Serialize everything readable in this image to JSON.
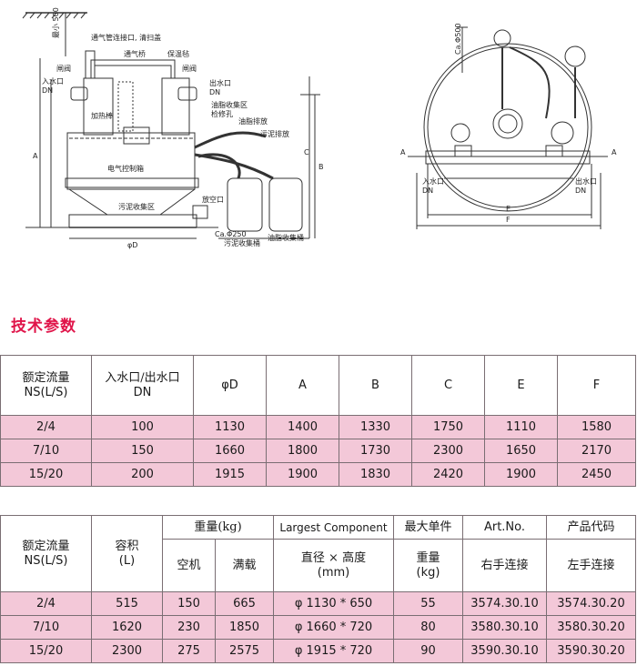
{
  "drawing": {
    "labels": {
      "top_dim": "最小 500",
      "vent": "通气管连接口, 清扫盖",
      "vent_bridge": "通气桥",
      "insulation": "保温毡",
      "gate_valve_l": "闸阀",
      "gate_valve_r": "闸阀",
      "inlet": "入水口",
      "inlet_dn": "DN",
      "outlet": "出水口",
      "outlet_dn": "DN",
      "heater": "加热棒",
      "grease_zone": "油脂收集区",
      "inspect": "检修孔",
      "grease_drain": "油脂排放",
      "sludge_drain": "污泥排放",
      "control_box": "电气控制箱",
      "sludge_zone": "污泥收集区",
      "drain": "放空口",
      "dim_d": "φD",
      "ca250": "Ca.Φ250",
      "sludge_bin": "污泥收集桶",
      "grease_bin": "油脂收集桶",
      "dim_a": "A",
      "dim_b": "B",
      "dim_c": "C",
      "ca500": "Ca.Φ500",
      "r_a_left": "A",
      "r_a_right": "A",
      "r_inlet": "入水口",
      "r_inlet_dn": "DN",
      "r_outlet": "出水口",
      "r_outlet_dn": "DN",
      "dim_e": "E",
      "dim_f": "F"
    }
  },
  "section_title": "技术参数",
  "table1": {
    "headers": {
      "flow": "额定流量",
      "flow_unit": "NS(L/S)",
      "dn": "入水口/出水口",
      "dn_unit": "DN",
      "d": "φD",
      "a": "A",
      "b": "B",
      "c": "C",
      "e": "E",
      "f": "F"
    },
    "rows": [
      [
        "2/4",
        "100",
        "1130",
        "1400",
        "1330",
        "1750",
        "1110",
        "1580"
      ],
      [
        "7/10",
        "150",
        "1660",
        "1800",
        "1730",
        "2300",
        "1650",
        "2170"
      ],
      [
        "15/20",
        "200",
        "1915",
        "1900",
        "1830",
        "2420",
        "1900",
        "2450"
      ]
    ]
  },
  "table2": {
    "headers": {
      "flow": "额定流量",
      "flow_unit": "NS(L/S)",
      "volume": "容积",
      "volume_unit": "(L)",
      "weight": "重量(kg)",
      "empty": "空机",
      "full": "满载",
      "largest": "Largest Component",
      "dim": "直径 × 高度",
      "dim_unit": "(mm)",
      "max_single": "最大单件",
      "max_weight": "重量",
      "max_unit": "(kg)",
      "artno": "Art.No.",
      "right_conn": "右手连接",
      "code": "产品代码",
      "left_conn": "左手连接"
    },
    "rows": [
      [
        "2/4",
        "515",
        "150",
        "665",
        "φ 1130 * 650",
        "55",
        "3574.30.10",
        "3574.30.20"
      ],
      [
        "7/10",
        "1620",
        "230",
        "1850",
        "φ 1660 * 720",
        "80",
        "3580.30.10",
        "3580.30.20"
      ],
      [
        "15/20",
        "2300",
        "275",
        "2575",
        "φ 1915 * 720",
        "90",
        "3590.30.10",
        "3590.30.20"
      ]
    ]
  }
}
